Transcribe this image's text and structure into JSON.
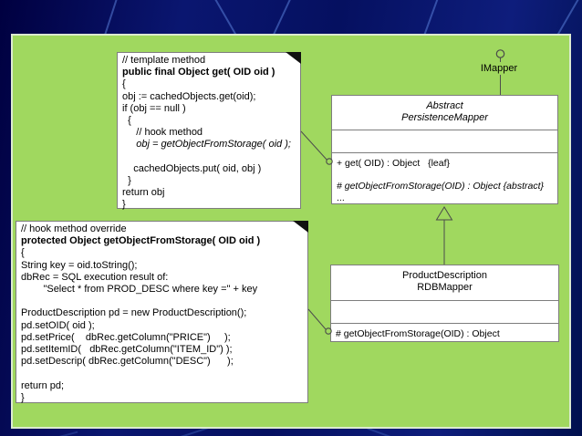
{
  "colors": {
    "background_navy": "#0a1668",
    "panel_green": "#a0d85f",
    "panel_border": "#dcead0",
    "note_fill": "#ffffff",
    "box_border": "#7d7d7d",
    "connector_line": "#4d4d4d",
    "fold_corner": "#111111"
  },
  "notes": [
    {
      "title": "template method code note",
      "lines": [
        {
          "text": "// template method"
        },
        {
          "text": "public final Object get( OID oid )",
          "bold": true
        },
        {
          "text": "{"
        },
        {
          "text": "obj := cachedObjects.get(oid);"
        },
        {
          "text": "if (obj == null )"
        },
        {
          "text": "  {"
        },
        {
          "text": "     // hook method"
        },
        {
          "text": "     obj = getObjectFromStorage( oid );",
          "italic": true
        },
        {
          "text": ""
        },
        {
          "text": "    cachedObjects.put( oid, obj )"
        },
        {
          "text": "  }"
        },
        {
          "text": "return obj"
        },
        {
          "text": "}"
        }
      ]
    },
    {
      "title": "hook method override code note",
      "lines": [
        {
          "text": "// hook method override"
        },
        {
          "text": "protected Object getObjectFromStorage( OID oid )",
          "bold": true
        },
        {
          "text": "{"
        },
        {
          "text": "String key = oid.toString();"
        },
        {
          "text": "dbRec = SQL execution result of:"
        },
        {
          "text": "        \"Select * from PROD_DESC where key =\" + key"
        },
        {
          "text": ""
        },
        {
          "text": "ProductDescription pd = new ProductDescription();"
        },
        {
          "text": "pd.setOID( oid );"
        },
        {
          "text": "pd.setPrice(    dbRec.getColumn(\"PRICE\")     );"
        },
        {
          "text": "pd.setItemID(   dbRec.getColumn(\"ITEM_ID\") );"
        },
        {
          "text": "pd.setDescrip( dbRec.getColumn(\"DESC\")      );"
        },
        {
          "text": ""
        },
        {
          "text": "return pd;"
        },
        {
          "text": "}"
        }
      ]
    }
  ],
  "classes": [
    {
      "name_lines": [
        {
          "text": "Abstract",
          "italic": true
        },
        {
          "text": "PersistenceMapper",
          "italic": true
        }
      ],
      "methods": [
        {
          "text": "+ get( OID) : Object   {leaf}"
        },
        {
          "text": ""
        },
        {
          "text": "# getObjectFromStorage(OID) : Object {abstract}",
          "italic": true
        },
        {
          "text": "..."
        }
      ]
    },
    {
      "name_lines": [
        {
          "text": "ProductDescription"
        },
        {
          "text": "RDBMapper"
        }
      ],
      "methods": [
        {
          "text": "# getObjectFromStorage(OID) : Object"
        }
      ]
    }
  ],
  "lollipop": {
    "label": "IMapper"
  }
}
